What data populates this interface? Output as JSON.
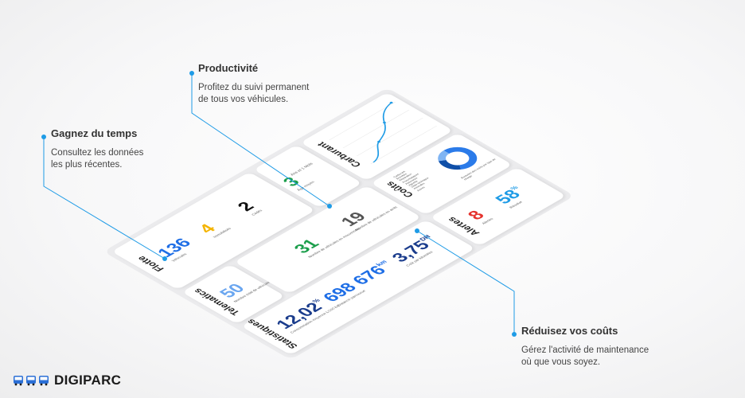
{
  "callouts": {
    "gagnez": {
      "title": "Gagnez du temps",
      "line1": "Consultez les données",
      "line2": "les plus récentes."
    },
    "productivite": {
      "title": "Productivité",
      "line1": "Profitez du suivi permanent",
      "line2": "de tous vos véhicules."
    },
    "reduisez": {
      "title": "Réduisez vos coûts",
      "line1": "Gérez l'activité de maintenance",
      "line2": "où que vous soyez."
    }
  },
  "dashboard": {
    "flotte": {
      "title": "Flotte",
      "vehicules": {
        "value": "136",
        "label": "Véhicules"
      },
      "immobilises": {
        "value": "4",
        "label": "Immobilisés"
      },
      "cedes": {
        "value": "2",
        "label": "Cédés"
      },
      "age": {
        "value": "3",
        "suffix": "Ans et 1 Mois",
        "label": "Âge moyen"
      },
      "mouvement": {
        "value": "31",
        "label": "Nombre de véhicules en mouvement"
      },
      "arret": {
        "value": "19",
        "label": "Nombre de véhicules en arrêt"
      }
    },
    "telematics": {
      "title": "Telematics",
      "total": {
        "value": "50",
        "label": "Nombre total de véhicules"
      }
    },
    "statistiques": {
      "title": "Statistiques",
      "conso": {
        "value": "12,02",
        "unit": "%",
        "label": "Consommation moyenne L/100 km"
      },
      "distance": {
        "value": "698 676",
        "unit": "km",
        "label": "Distance parcourue"
      },
      "cout": {
        "value": "3,75",
        "unit": "DH",
        "label": "Coût par kilomètre"
      }
    },
    "carburant": {
      "title": "Carburant"
    },
    "couts": {
      "title": "Coûts",
      "donut_caption": "Évolution des coûts par type de charge",
      "legend": [
        "Carburant",
        "Entretien",
        "Réparation",
        "Pneumatiques",
        "Assurance",
        "Vignette",
        "Visite technique",
        "Amendes",
        "Autres"
      ]
    },
    "alertes": {
      "title": "Alertes",
      "alertes": {
        "value": "8",
        "label": "Alertes"
      },
      "resolue": {
        "value": "58",
        "unit": "%",
        "label": "Résolue"
      }
    }
  },
  "brand": {
    "name": "DIGIPARC"
  },
  "colors": {
    "accent": "#1e9be6",
    "navy": "#1a3c8c",
    "alert": "#e5322d",
    "orange": "#f4b400",
    "green": "#1b9e4b"
  }
}
